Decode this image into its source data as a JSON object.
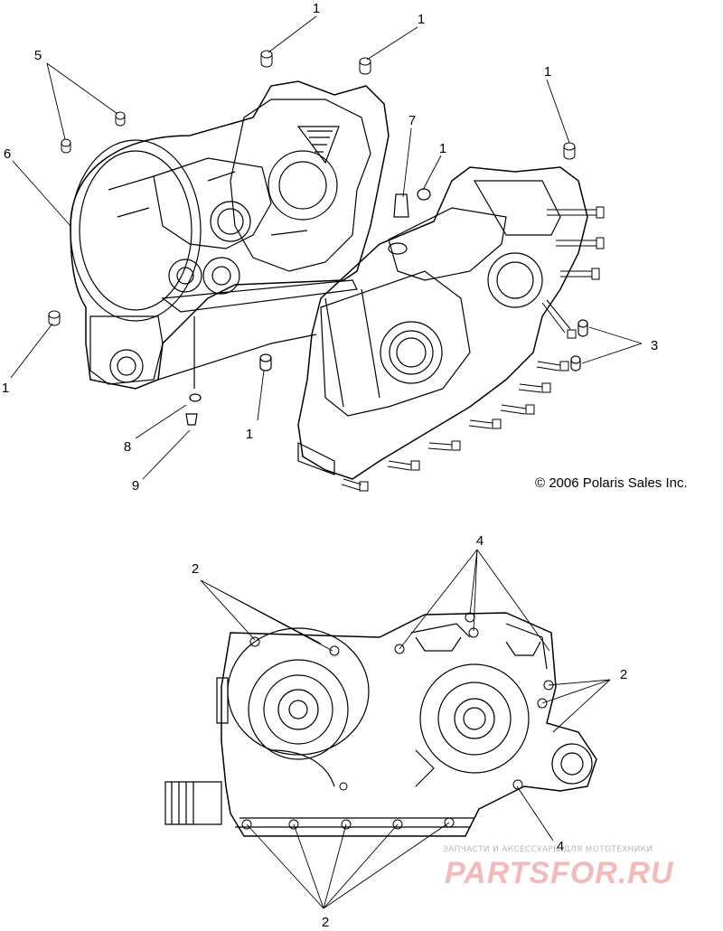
{
  "callouts": {
    "c1a": "1",
    "c1b": "1",
    "c1c": "1",
    "c1d": "1",
    "c1e": "1",
    "c1f": "1",
    "c2a": "2",
    "c2b": "2",
    "c2c": "2",
    "c3": "3",
    "c4a": "4",
    "c4b": "4",
    "c5": "5",
    "c6": "6",
    "c7": "7",
    "c8": "8",
    "c9": "9"
  },
  "copyright": "© 2006 Polaris Sales Inc.",
  "watermark": {
    "tagline": "ЗАПЧАСТИ И АКСЕССУАРЫ ДЛЯ МОТОТЕХНИКИ",
    "brand": "PARTSFOR.RU"
  },
  "colors": {
    "line": "#000000",
    "watermark": "#f4b9b9"
  }
}
